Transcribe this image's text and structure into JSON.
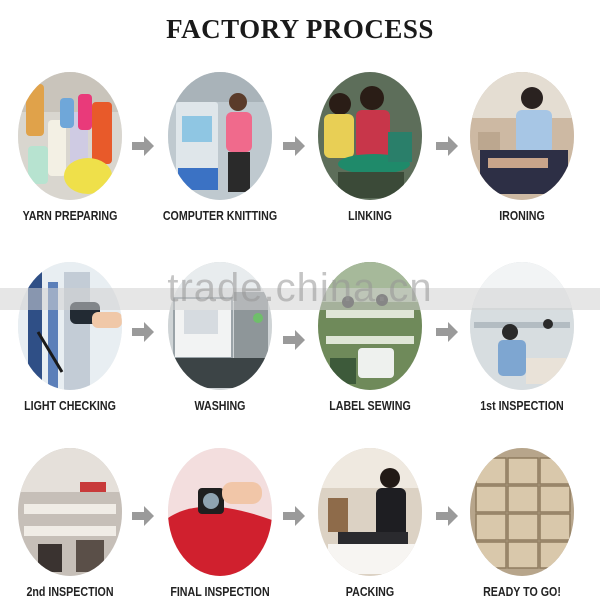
{
  "title": "FACTORY PROCESS",
  "watermark": "trade.china.cn",
  "steps": [
    {
      "label": "YARN PREPARING"
    },
    {
      "label": "COMPUTER KNITTING"
    },
    {
      "label": "LINKING"
    },
    {
      "label": "IRONING"
    },
    {
      "label": "LIGHT CHECKING"
    },
    {
      "label": "WASHING"
    },
    {
      "label": "LABEL SEWING"
    },
    {
      "label": "1st INSPECTION"
    },
    {
      "label": "2nd INSPECTION"
    },
    {
      "label": "FINAL INSPECTION"
    },
    {
      "label": "PACKING"
    },
    {
      "label": "READY TO GO!"
    }
  ],
  "colors": {
    "arrow": "#9a9a9a",
    "text": "#222222"
  }
}
